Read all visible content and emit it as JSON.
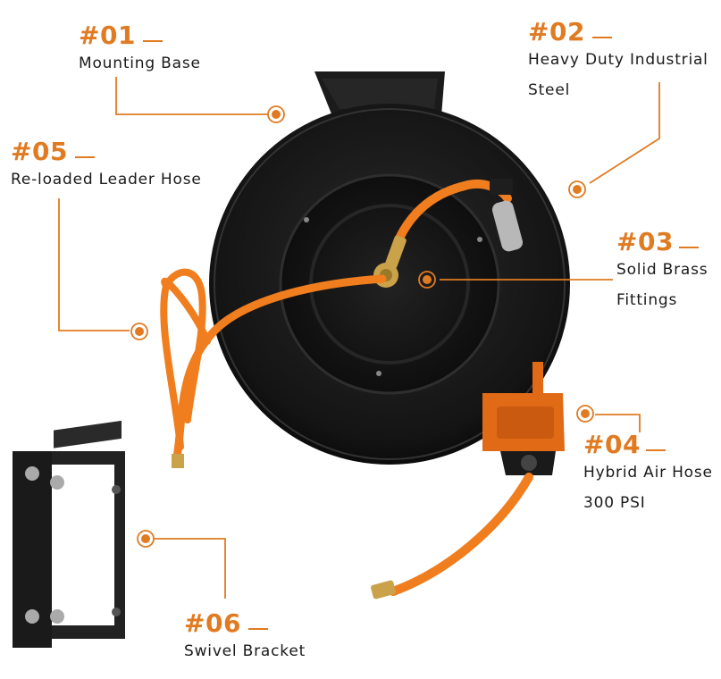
{
  "features": [
    {
      "number": "#01",
      "lines": [
        "Mounting Base"
      ]
    },
    {
      "number": "#02",
      "lines": [
        "Heavy Duty Industrial",
        "Steel"
      ]
    },
    {
      "number": "#03",
      "lines": [
        "Solid Brass",
        "Fittings"
      ]
    },
    {
      "number": "#04",
      "lines": [
        "Hybrid Air Hose",
        "300 PSI"
      ]
    },
    {
      "number": "#05",
      "lines": [
        "Re-loaded Leader Hose"
      ]
    },
    {
      "number": "#06",
      "lines": [
        "Swivel Bracket"
      ]
    }
  ],
  "colors": {
    "accent": "#e07b22",
    "hose": "#f07d1e",
    "reel": "#111111",
    "bracket": "#1a1a1a",
    "brass": "#c9a24a"
  }
}
